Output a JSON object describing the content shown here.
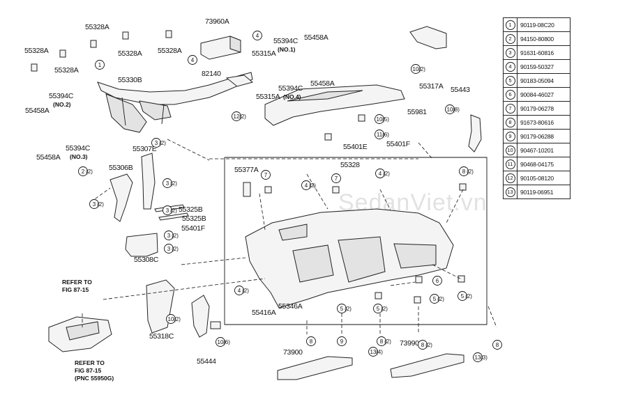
{
  "watermark": "SedanViet.vn",
  "legend": [
    {
      "num": "1",
      "part": "90119-08C20"
    },
    {
      "num": "2",
      "part": "94150-80800"
    },
    {
      "num": "3",
      "part": "91631-60816"
    },
    {
      "num": "4",
      "part": "90159-50327"
    },
    {
      "num": "5",
      "part": "90183-05094"
    },
    {
      "num": "6",
      "part": "90084-46027"
    },
    {
      "num": "7",
      "part": "90179-06278"
    },
    {
      "num": "8",
      "part": "91673-80616"
    },
    {
      "num": "9",
      "part": "90179-06288"
    },
    {
      "num": "10",
      "part": "90467-10201"
    },
    {
      "num": "11",
      "part": "90468-04175"
    },
    {
      "num": "12",
      "part": "90105-08120"
    },
    {
      "num": "13",
      "part": "90119-06951"
    }
  ],
  "callouts": {
    "p55328a_1": "55328A",
    "p55328a_2": "55328A",
    "p55328a_3": "55328A",
    "p55328a_4": "55328A",
    "p55328a_5": "55328A",
    "p73960a": "73960A",
    "p55394c_no1": "55394C",
    "no1": "(NO.1)",
    "p55458a_1": "55458A",
    "p55315a_1": "55315A",
    "p82140": "82140",
    "p55330b": "55330B",
    "p55315a_2": "55315A",
    "p55394c_no4": "55394C",
    "no4": "(NO.4)",
    "p55458a_2": "55458A",
    "p55317a": "55317A",
    "p55443": "55443",
    "p55981": "55981",
    "p55394c_no2": "55394C",
    "no2": "(NO.2)",
    "p55458a_3": "55458A",
    "p55394c_no3": "55394C",
    "no3": "(NO.3)",
    "p55458a_4": "55458A",
    "p55307e": "55307E",
    "p55306b": "55306B",
    "p55401e": "55401E",
    "p55401f_1": "55401F",
    "p55328": "55328",
    "p55377a": "55377A",
    "p55325b_1": "55325B",
    "p55325b_2": "55325B",
    "p55401f_2": "55401F",
    "p55308c": "55308C",
    "refer_top_1": "REFER TO",
    "refer_top_2": "FIG 87-15",
    "p55318c": "55318C",
    "p55444": "55444",
    "p55416a": "55416A",
    "p55346a": "55346A",
    "p73900": "73900",
    "p73990": "73990",
    "refer_bot_1": "REFER TO",
    "refer_bot_2": "FIG 87-15",
    "refer_bot_3": "(PNC 55950G)"
  },
  "bubbles": {
    "b4_top": {
      "n": "4"
    },
    "b4_8214": {
      "n": "4"
    },
    "b1_main": {
      "n": "1"
    },
    "b12_a": {
      "n": "12",
      "q": "(2)"
    },
    "b10_55317": {
      "n": "10",
      "q": "(2)"
    },
    "b10_55443": {
      "n": "10",
      "q": "(8)"
    },
    "b10_55981": {
      "n": "10",
      "q": "(5)"
    },
    "b11_55981": {
      "n": "11",
      "q": "(6)"
    },
    "b3_55307": {
      "n": "3",
      "q": "(2)"
    },
    "b2_55306": {
      "n": "2",
      "q": "(2)"
    },
    "b3_55306a": {
      "n": "3",
      "q": "(2)"
    },
    "b3_55306b": {
      "n": "3",
      "q": "(2)"
    },
    "b3_55306c": {
      "n": "3",
      "q": "(2)"
    },
    "b3_55308a": {
      "n": "3",
      "q": "(2)"
    },
    "b3_55308b": {
      "n": "3",
      "q": "(2)"
    },
    "b7_a": {
      "n": "7"
    },
    "b4_55328": {
      "n": "4",
      "q": "(2)"
    },
    "b7_b": {
      "n": "7"
    },
    "b4_r": {
      "n": "4",
      "q": "(2)"
    },
    "b8_r": {
      "n": "8",
      "q": "(2)"
    },
    "b4_l": {
      "n": "4",
      "q": "(2)"
    },
    "b10_55318": {
      "n": "10",
      "q": "(2)"
    },
    "b10_55444": {
      "n": "10",
      "q": "(6)"
    },
    "b6_r": {
      "n": "6"
    },
    "b5_r1": {
      "n": "5",
      "q": "(2)"
    },
    "b5_r2": {
      "n": "5",
      "q": "(2)"
    },
    "b5_m": {
      "n": "5",
      "q": "(2)"
    },
    "b5_m2": {
      "n": "5",
      "q": "(2)"
    },
    "b8_b1": {
      "n": "8"
    },
    "b9_b": {
      "n": "9"
    },
    "b8_b2": {
      "n": "8",
      "q": "(2)"
    },
    "b8_b3": {
      "n": "8",
      "q": "(2)"
    },
    "b8_b4": {
      "n": "8"
    },
    "b13_a": {
      "n": "13",
      "q": "(4)"
    },
    "b13_b": {
      "n": "13",
      "q": "(3)"
    }
  }
}
